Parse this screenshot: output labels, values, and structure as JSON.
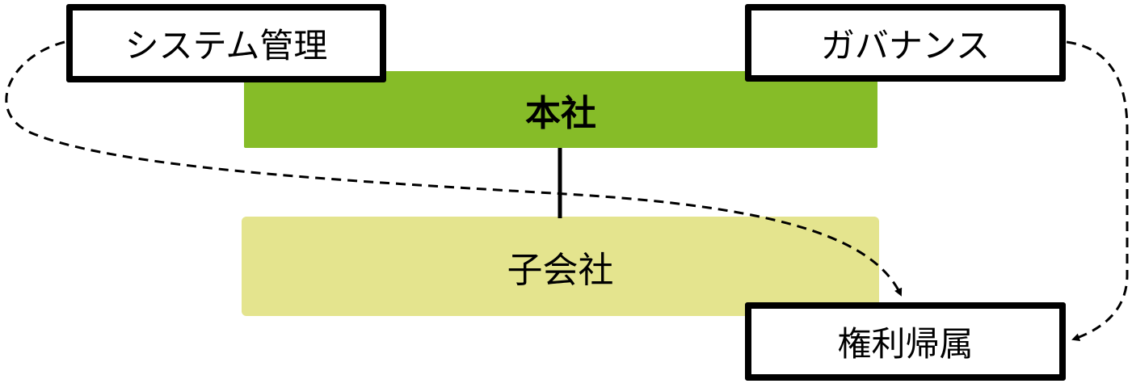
{
  "nodes": {
    "headquarters": "本社",
    "subsidiary": "子会社",
    "system_management": "システム管理",
    "governance": "ガバナンス",
    "rights_attribution": "権利帰属"
  },
  "colors": {
    "headquarters": "#86BC28",
    "subsidiary": "#E4E48E"
  }
}
